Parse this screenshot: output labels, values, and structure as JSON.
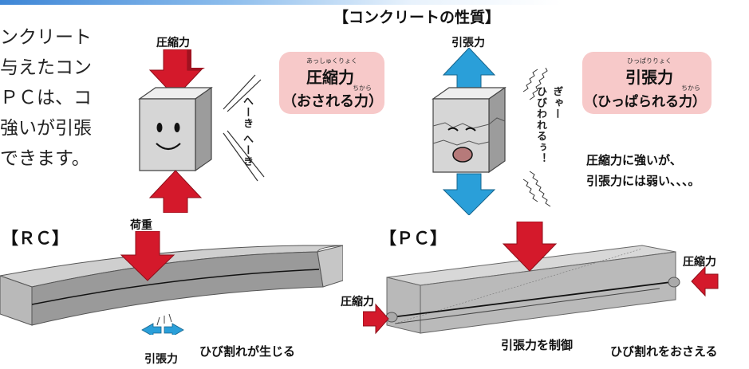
{
  "intro_lines": [
    "ンクリート",
    "与えたコン",
    "ＰＣは、コ",
    "強いが引張",
    "できます。"
  ],
  "title": "【コンクリートの性質】",
  "compression": {
    "label": "圧縮力",
    "bubble_ruby": "あっしゅくりょく",
    "bubble_main": "圧縮力",
    "bubble_sub_ruby": "ちから",
    "bubble_sub": "（おされる力）",
    "face_text": "へーき へーき"
  },
  "tension": {
    "label": "引張力",
    "bubble_ruby": "ひっぱりりょく",
    "bubble_main": "引張力",
    "bubble_sub_ruby": "ちから",
    "bubble_sub": "（ひっぱられる力）",
    "scream": "ぎゃー",
    "crack_text": "ひびわれるぅ！",
    "note_line1": "圧縮力に強いが、",
    "note_line2": "引張力には弱い、、、。"
  },
  "rc": {
    "heading": "【ＲＣ】",
    "load_label": "荷重",
    "tension_label": "引張力",
    "caption": "ひび割れが生じる"
  },
  "pc": {
    "heading": "【ＰＣ】",
    "left_label": "圧縮力",
    "right_label": "圧縮力",
    "control_caption": "引張力を制御",
    "caption": "ひび割れをおさえる"
  },
  "colors": {
    "red_arrow": "#d4192b",
    "blue_arrow": "#2a9fd9",
    "bubble": "#f7c9c9",
    "cube_gray": "#cfcfcf"
  }
}
